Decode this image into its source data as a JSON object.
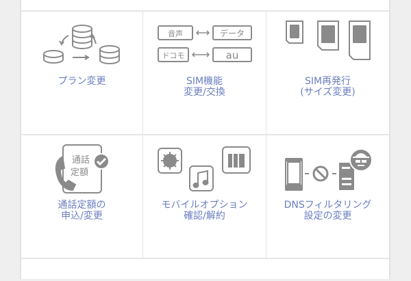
{
  "menu": {
    "items": [
      {
        "id": "plan-change",
        "label": "プラン変更",
        "icon": "coins-cycle-icon"
      },
      {
        "id": "sim-function",
        "label": "SIM機能\n変更/交換",
        "icon": "sim-function-swap-icon",
        "icon_text": {
          "voice": "音声",
          "data": "データ",
          "docomo": "ドコモ",
          "au": "au"
        }
      },
      {
        "id": "sim-reissue",
        "label": "SIM再発行\n(サイズ変更)",
        "icon": "sim-cards-icon"
      },
      {
        "id": "call-flat",
        "label": "通話定額の\n申込/変更",
        "icon": "phone-flat-rate-icon",
        "icon_text": {
          "line1": "通話",
          "line2": "定額"
        }
      },
      {
        "id": "mobile-option",
        "label": "モバイルオプション\n確認/解約",
        "icon": "mobile-options-icon"
      },
      {
        "id": "dns-filter",
        "label": "DNSフィルタリング\n設定の変更",
        "icon": "dns-filter-icon"
      }
    ]
  },
  "colors": {
    "label": "#6a7ec0",
    "icon": "#8a8a8a",
    "background": "#efeff0",
    "panel": "#ffffff",
    "border": "#e6e6e8"
  }
}
